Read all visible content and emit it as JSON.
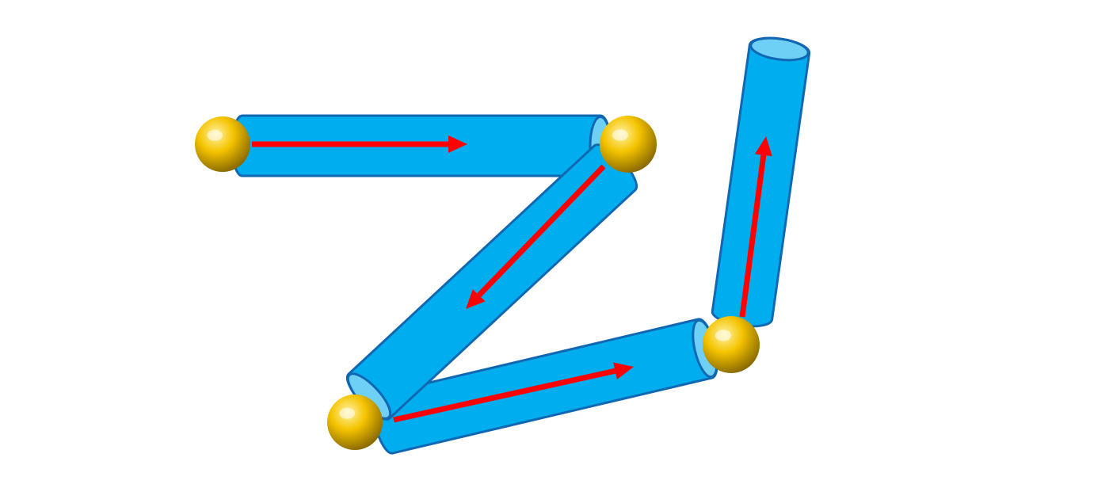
{
  "diagram": {
    "background": "#ffffff",
    "colors": {
      "rod_fill": "#00aeef",
      "rod_stroke": "#1167b1",
      "rod_cap": "#6fd0f5",
      "arrow": "#ff0000",
      "joint_light": "#fff3a8",
      "joint_mid": "#f5c400",
      "joint_dark": "#8a6a00"
    },
    "segments": [
      {
        "id": "rod-1",
        "arrow_direction": "forward"
      },
      {
        "id": "rod-2",
        "arrow_direction": "forward"
      },
      {
        "id": "rod-3",
        "arrow_direction": "forward"
      },
      {
        "id": "rod-4",
        "arrow_direction": "forward"
      }
    ],
    "joints": [
      {
        "id": "joint-1"
      },
      {
        "id": "joint-2"
      },
      {
        "id": "joint-3"
      },
      {
        "id": "joint-4"
      }
    ]
  }
}
